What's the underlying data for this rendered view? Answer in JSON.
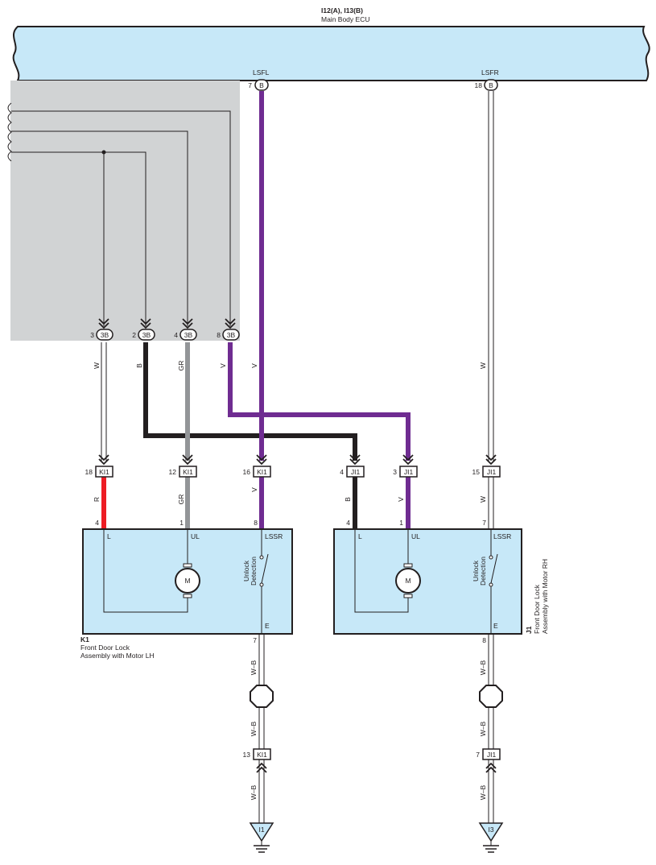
{
  "ecu": {
    "title": "I12(A), I13(B)",
    "subtitle": "Main Body ECU",
    "pins": [
      {
        "name": "LSFL",
        "num": "7",
        "conn": "B"
      },
      {
        "name": "LSFR",
        "num": "18",
        "conn": "B"
      }
    ]
  },
  "junction_pins": [
    {
      "num": "3",
      "conn": "3B"
    },
    {
      "num": "2",
      "conn": "3B"
    },
    {
      "num": "4",
      "conn": "3B"
    },
    {
      "num": "8",
      "conn": "3B"
    }
  ],
  "wire_labels": {
    "w": "W",
    "b": "B",
    "gr": "GR",
    "v": "V",
    "r": "R",
    "wb": "W–B"
  },
  "k1_connectors": [
    {
      "num": "18",
      "conn": "KI1"
    },
    {
      "num": "12",
      "conn": "KI1"
    },
    {
      "num": "16",
      "conn": "KI1"
    }
  ],
  "j1_connectors": [
    {
      "num": "4",
      "conn": "JI1"
    },
    {
      "num": "3",
      "conn": "JI1"
    },
    {
      "num": "15",
      "conn": "JI1"
    }
  ],
  "k1": {
    "id": "K1",
    "name_line1": "Front Door Lock",
    "name_line2": "Assembly with Motor LH",
    "pins": {
      "l": "4",
      "ul": "1",
      "lssr": "8",
      "e": "7"
    },
    "ground_conn": {
      "num": "13",
      "conn": "KI1"
    },
    "ground": "I1"
  },
  "j1": {
    "id": "J1",
    "name_line1": "Front Door Lock",
    "name_line2": "Assembly with Motor RH",
    "pins": {
      "l": "4",
      "ul": "1",
      "lssr": "7",
      "e": "8"
    },
    "ground_conn": {
      "num": "7",
      "conn": "JI1"
    },
    "ground": "I3"
  },
  "terminals": {
    "l": "L",
    "ul": "UL",
    "lssr": "LSSR",
    "e": "E"
  },
  "motor": "M",
  "switch_line1": "Unlock",
  "switch_line2": "Detection",
  "colors": {
    "ecu_fill": "#c7e8f8",
    "component_fill": "#c7e8f8",
    "gray_panel": "#d1d3d4",
    "wire_violet": "#6f2c91",
    "wire_black": "#231f20",
    "wire_gray": "#939598",
    "wire_red": "#ed1c24"
  }
}
